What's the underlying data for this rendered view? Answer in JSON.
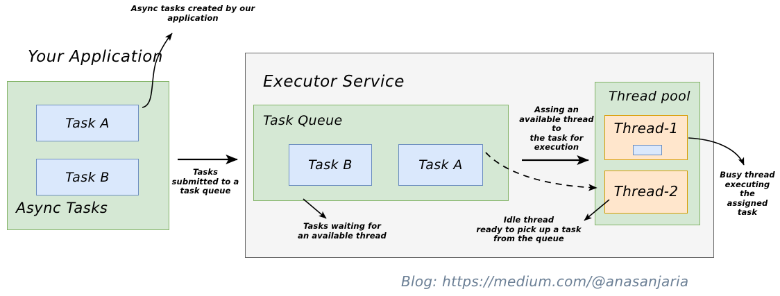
{
  "diagram": {
    "title_application": "Your Application",
    "title_executor": "Executor Service",
    "title_task_queue": "Task Queue",
    "title_thread_pool": "Thread pool",
    "label_async_tasks": "Async Tasks",
    "app_tasks": [
      {
        "label": "Task A"
      },
      {
        "label": "Task B"
      }
    ],
    "queue_tasks": [
      {
        "label": "Task B"
      },
      {
        "label": "Task A"
      }
    ],
    "threads": [
      {
        "label": "Thread-1",
        "busy": true
      },
      {
        "label": "Thread-2",
        "busy": false
      }
    ],
    "annotations": {
      "async_created": "Async tasks created by our\napplication",
      "tasks_submitted": "Tasks\nsubmitted to a\ntask queue",
      "tasks_waiting": "Tasks waiting for\nan available thread",
      "assign_thread": "Assing an\navailable thread to\nthe task for\nexecution",
      "idle_thread": "Idle thread\nready to pick up a task\nfrom the queue",
      "busy_thread": "Busy thread\nexecuting the\nassigned task"
    },
    "footer": "Blog: https://medium.com/@anasanjaria",
    "colors": {
      "green_fill": "#d5e8d4",
      "green_border": "#82b366",
      "blue_fill": "#dae8fc",
      "blue_border": "#6c8ebf",
      "orange_fill": "#ffe6cc",
      "orange_border": "#d79b00",
      "gray_fill": "#f5f5f5",
      "gray_border": "#666666",
      "footer_color": "#6b7f95",
      "arrow_color": "#000000"
    }
  }
}
